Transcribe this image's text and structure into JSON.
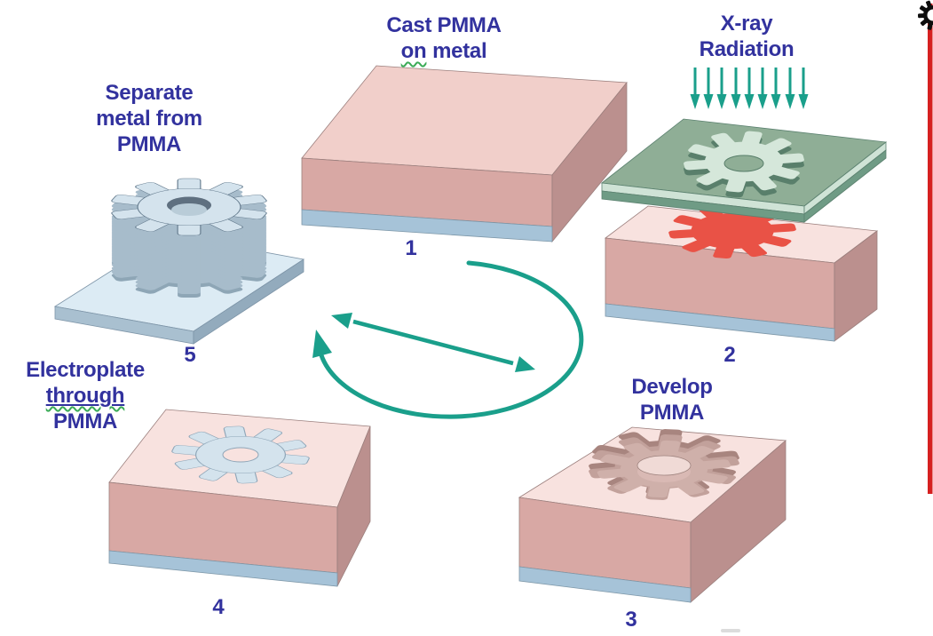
{
  "labels": {
    "cast": {
      "line1": "Cast PMMA",
      "line2_word": "on",
      "line2_rest": "metal"
    },
    "xray": {
      "line1": "X-ray",
      "line2": "Radiation"
    },
    "separate": {
      "line1": "Separate",
      "line2": "metal from",
      "line3": "PMMA"
    },
    "develop": {
      "line1": "Develop",
      "line2": "PMMA"
    },
    "electroplate": {
      "line1": "Electroplate",
      "line2_word": "through",
      "line3": "PMMA"
    }
  },
  "step_numbers": {
    "step1": "1",
    "step2": "2",
    "step3": "3",
    "step4": "4",
    "step5": "5"
  },
  "icons": {
    "corner_gear": "gear-icon"
  },
  "colors": {
    "background": "#ffffff",
    "label_text": "#32329e",
    "teal": "#1a9f8b",
    "squiggle_green": "#3bab57",
    "pmma_top": "#f1cfca",
    "pmma_top_pale": "#f8e2df",
    "pmma_front": "#d8a8a4",
    "pmma_side": "#bb908e",
    "metal_front": "#a6c3d8",
    "mask_top": "#8fae96",
    "mask_edge_light": "#cfe3d6",
    "mask_edge": "#6f9b85",
    "mask_aperture": "#d5e7da",
    "mask_wall": "#597f6b",
    "exposed_red": "#e95246",
    "cavity_dark": "#a8857f",
    "cavity": "#c2a19b",
    "cavity_inner": "#cfb0aa",
    "post_top": "#f0dad6",
    "post_side": "#d9b9b4",
    "nickel_top": "#d4e3ed",
    "nickel_wall": "#a7bccb",
    "nickel_wall_dark": "#8ea6b6",
    "hole_dark": "#5f7080",
    "hole_floor": "#b9ccd8",
    "plate_top": "#dcebf4",
    "plate_front": "#a9c0d0",
    "plate_side": "#93abbd",
    "red_line": "#d62020",
    "icon_black": "#0d0d0d",
    "smudge": "#c4c4c4"
  }
}
